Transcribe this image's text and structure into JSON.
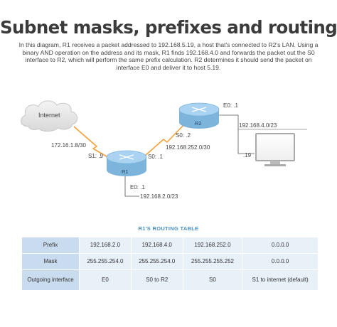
{
  "title": "Subnet masks, prefixes and routing",
  "description": "In this diagram, R1 receives a packet addressed to 192.168.5.19, a host that's connected to R2's LAN. Using a binary AND operation on the address and its mask, R1 finds 192.168.4.0 and forwards the packet out the S0 interface to R2, which will perform the same prefix calculation. R2 determines it should send the packet on interface E0 and deliver it to host 5.19.",
  "diagram": {
    "internet_label": "Internet",
    "r1_label": "R1",
    "r2_label": "R2",
    "internet_link_net": "172.16.1.8/30",
    "r1_s1": "S1: .9",
    "r1_s0": "S0: .1",
    "r1_e0": "E0: .1",
    "r1_lan": "192.168.2.0/23",
    "r2_s0": "S0: .2",
    "r1_r2_link_net": "192.168.252.0/30",
    "r2_e0": "E0: .1",
    "r2_lan": "192.168.4.0/23",
    "host": ".19"
  },
  "routing_table": {
    "title": "R1'S ROUTING TABLE",
    "rows": [
      {
        "header": "Prefix",
        "cells": [
          "192.168.2.0",
          "192.168.4.0",
          "192.168.252.0",
          "0.0.0.0"
        ]
      },
      {
        "header": "Mask",
        "cells": [
          "255.255.254.0",
          "255.255.254.0",
          "255.255.255.252",
          "0.0.0.0"
        ]
      },
      {
        "header": "Outgoing interface",
        "cells": [
          "E0",
          "S0 to R2",
          "S0",
          "S1 to internet (default)"
        ]
      }
    ]
  },
  "colors": {
    "router": "#8fc3e8",
    "lightning": "#f2a23a",
    "table_header": "#c9dbee",
    "table_cell": "#e8f0f8",
    "table_title": "#4a8fc4"
  }
}
